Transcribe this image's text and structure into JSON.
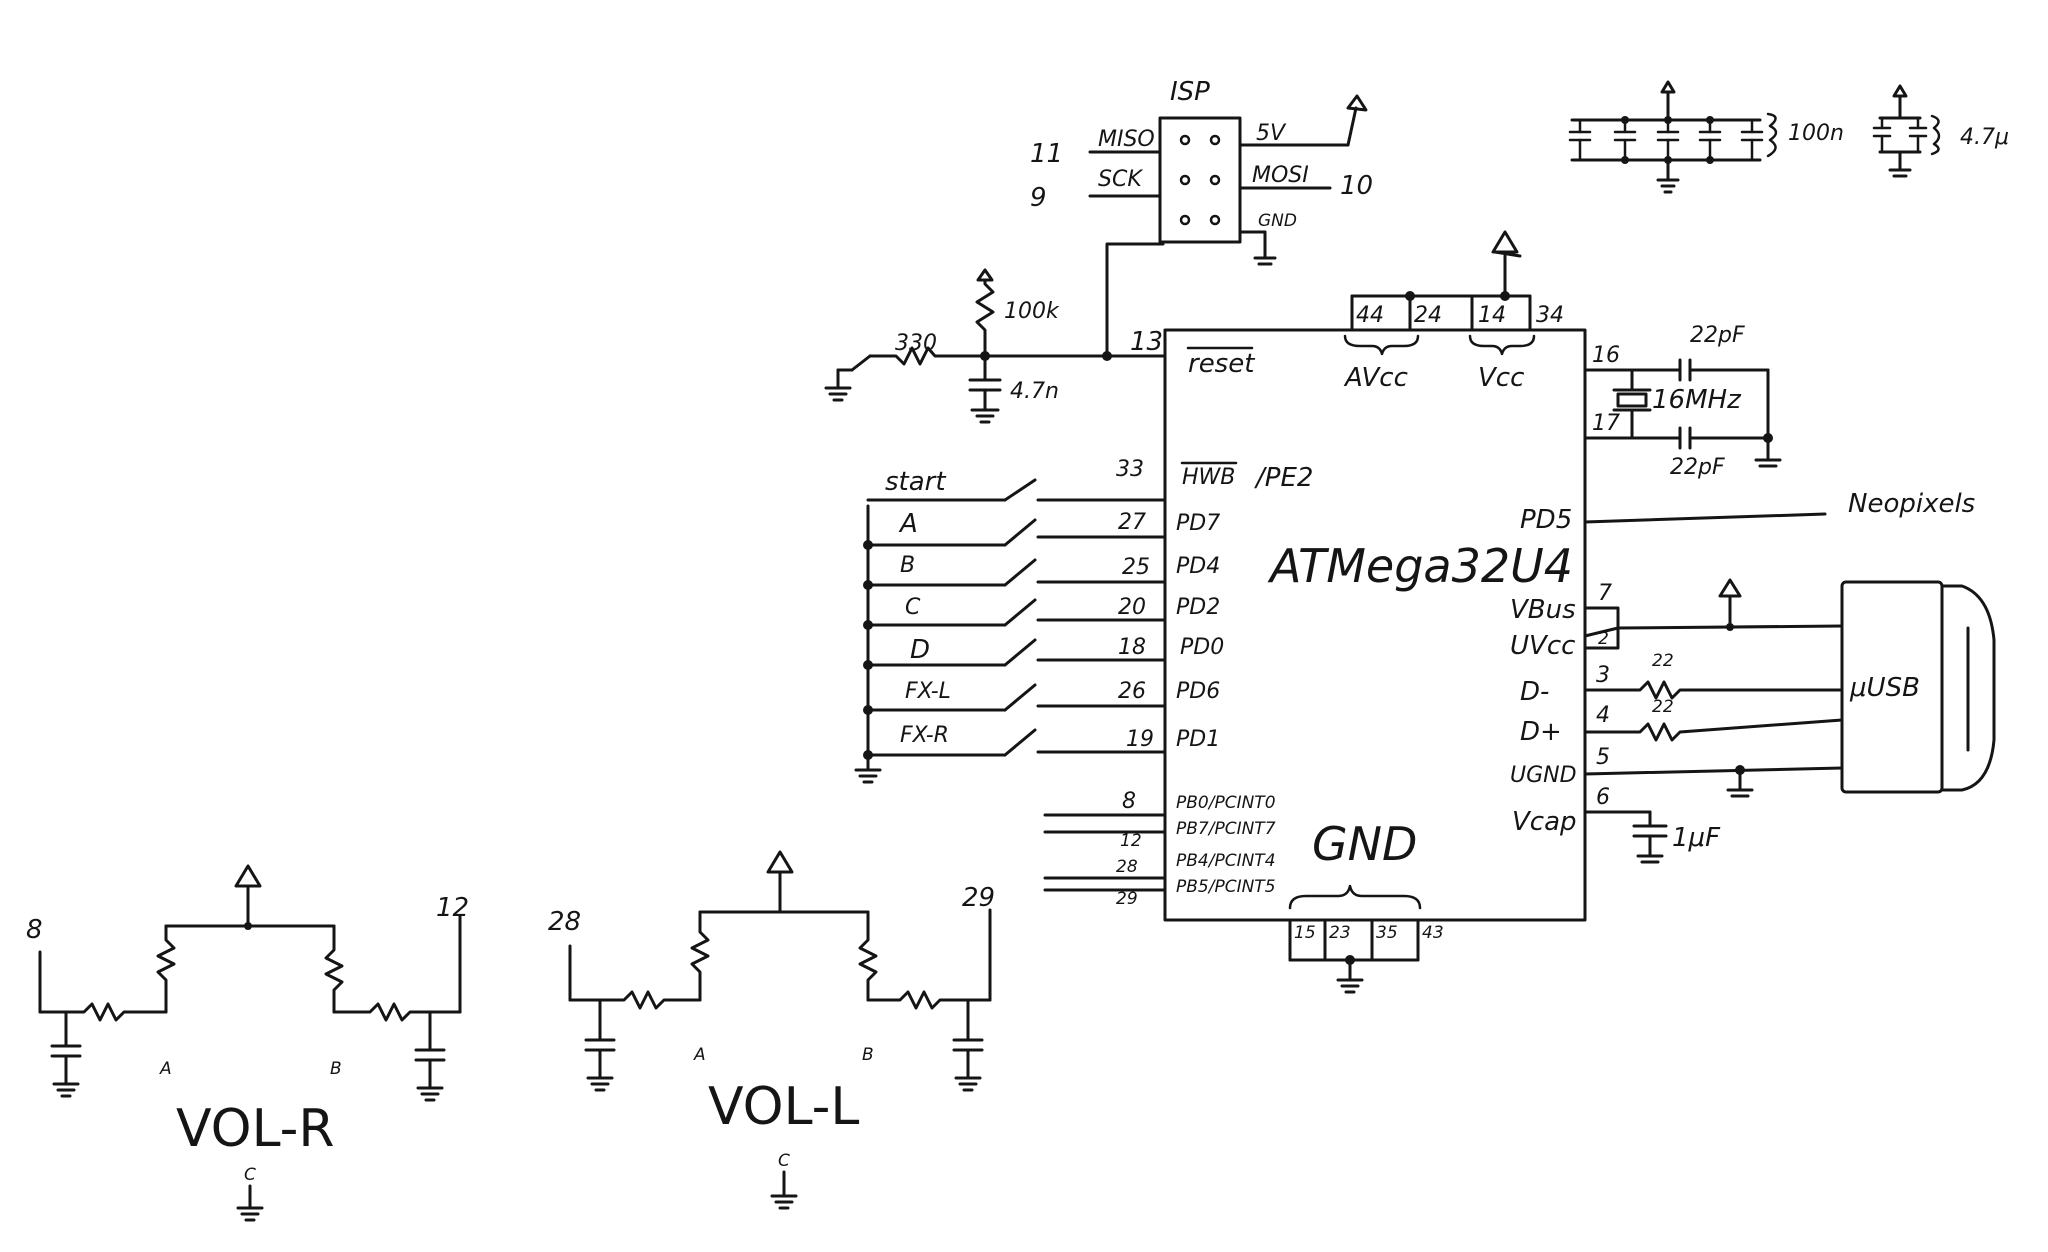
{
  "chip": {
    "name": "ATMega32U4",
    "reset": "reset",
    "hwb": "HWB",
    "pe2": "/PE2",
    "pd5": "PD5"
  },
  "isp": {
    "title": "ISP",
    "left_labels": [
      "MISO",
      "SCK"
    ],
    "left_pins": [
      "11",
      "9"
    ],
    "right_labels": [
      "5V",
      "MOSI",
      "GND"
    ],
    "right_pins": [
      "10"
    ]
  },
  "reset_circuit": {
    "resistor": "330",
    "pullup": "100k",
    "cap": "4.7n",
    "pin": "13"
  },
  "power_pins": {
    "top": [
      "44",
      "24",
      "14",
      "34"
    ],
    "avcc": "AVcc",
    "vcc": "Vcc",
    "gnd_label": "GND",
    "gnd_pins": [
      "15",
      "23",
      "35",
      "43"
    ]
  },
  "decoupling": {
    "bank": "100n",
    "bulk": "4.7μ"
  },
  "crystal": {
    "pin_a": "16",
    "pin_b": "17",
    "cap_top": "22pF",
    "cap_bottom": "22pF",
    "freq": "16MHz"
  },
  "buttons": [
    {
      "label": "start",
      "pin": "33",
      "port": "HWB /PE2"
    },
    {
      "label": "A",
      "pin": "27",
      "port": "PD7"
    },
    {
      "label": "B",
      "pin": "25",
      "port": "PD4"
    },
    {
      "label": "C",
      "pin": "20",
      "port": "PD2"
    },
    {
      "label": "D",
      "pin": "18",
      "port": "PD0"
    },
    {
      "label": "FX-L",
      "pin": "26",
      "port": "PD6"
    },
    {
      "label": "FX-R",
      "pin": "19",
      "port": "PD1"
    }
  ],
  "pcint": [
    {
      "pin": "8",
      "port": "PB0/PCINT0"
    },
    {
      "pin": "12",
      "port": "PB7/PCINT7"
    },
    {
      "pin": "28",
      "port": "PB4/PCINT4"
    },
    {
      "pin": "29",
      "port": "PB5/PCINT5"
    }
  ],
  "neopixels": "Neopixels",
  "usb": {
    "connector": "μUSB",
    "pins": [
      {
        "name": "VBus",
        "num": "7"
      },
      {
        "name": "UVcc",
        "num": "2"
      },
      {
        "name": "D-",
        "num": "3"
      },
      {
        "name": "D+",
        "num": "4"
      },
      {
        "name": "UGND",
        "num": "5"
      },
      {
        "name": "Vcap",
        "num": "6"
      }
    ],
    "r_dminus": "22",
    "r_dplus": "22",
    "cap": "1μF"
  },
  "encoders": [
    {
      "title": "VOL-R",
      "left_pin": "8",
      "right_pin": "12",
      "a": "A",
      "b": "B",
      "c": "C"
    },
    {
      "title": "VOL-L",
      "left_pin": "28",
      "right_pin": "29",
      "a": "A",
      "b": "B",
      "c": "C"
    }
  ]
}
